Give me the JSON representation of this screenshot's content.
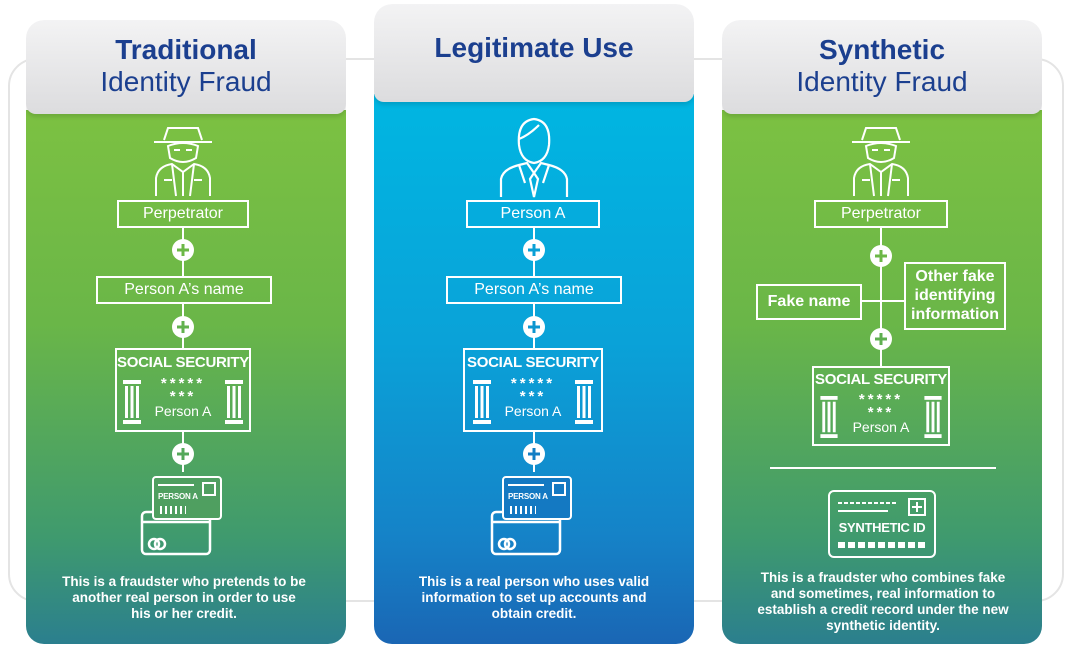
{
  "panels": {
    "traditional": {
      "title_strong": "Traditional",
      "title_light": "Identity Fraud",
      "box1": "Perpetrator",
      "box2": "Person A’s name",
      "card_title": "SOCIAL SECURITY",
      "card_stars1": "*****",
      "card_stars2": "***",
      "card_name": "Person A",
      "credit_card_name": "PERSON A",
      "description": "This is a fraudster who pretends to be another real person in order to use his or her credit.",
      "color_top": "#7dc242",
      "color_bottom": "#2a7f8f"
    },
    "legitimate": {
      "title_strong": "Legitimate Use",
      "box1": "Person A",
      "box2": "Person A’s name",
      "card_title": "SOCIAL SECURITY",
      "card_stars1": "*****",
      "card_stars2": "***",
      "card_name": "Person A",
      "credit_card_name": "PERSON A",
      "description": "This is a real person who uses valid information to set up accounts and obtain credit.",
      "color_top": "#00b4e0",
      "color_bottom": "#1a5fb0"
    },
    "synthetic": {
      "title_strong": "Synthetic",
      "title_light": "Identity Fraud",
      "box1": "Perpetrator",
      "box_fake_name": "Fake name",
      "box_other": "Other fake identifying information",
      "card_title": "SOCIAL SECURITY",
      "card_stars1": "*****",
      "card_stars2": "***",
      "card_name": "Person A",
      "synthetic_id_label": "SYNTHETIC ID",
      "description": "This is a fraudster who combines fake and sometimes, real information to establish a credit record under the new synthetic identity.",
      "color_top": "#7dc242",
      "color_bottom": "#2a7f8f"
    }
  },
  "icons": [
    "spy-icon",
    "person-icon",
    "social-security-card-icon",
    "credit-cards-icon",
    "synthetic-id-card-icon",
    "plus-icon"
  ]
}
